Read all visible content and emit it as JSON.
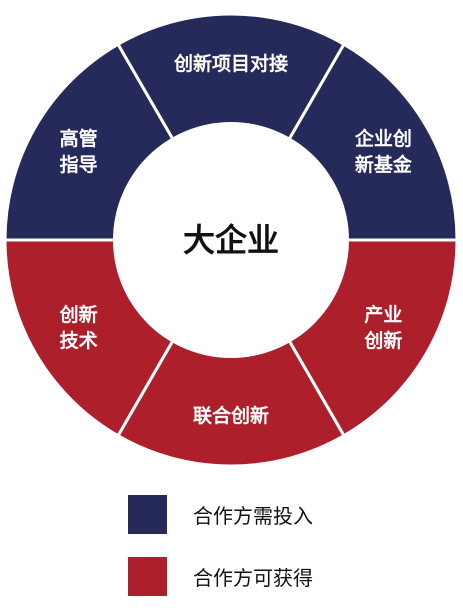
{
  "center": {
    "label": "大企业"
  },
  "colors": {
    "navy": "#262a5a",
    "red": "#ad1f2b",
    "center_fill": "#ffffff",
    "divider": "#ffffff"
  },
  "segments": [
    {
      "lines": [
        "创新项目对接"
      ],
      "color": "navy"
    },
    {
      "lines": [
        "企业创",
        "新基金"
      ],
      "color": "navy"
    },
    {
      "lines": [
        "产业",
        "创新"
      ],
      "color": "red"
    },
    {
      "lines": [
        "联合创新"
      ],
      "color": "red"
    },
    {
      "lines": [
        "创新",
        "技术"
      ],
      "color": "red"
    },
    {
      "lines": [
        "高管",
        "指导"
      ],
      "color": "navy"
    }
  ],
  "legend": [
    {
      "label": "合作方需投入",
      "color": "navy"
    },
    {
      "label": "合作方可获得",
      "color": "red"
    }
  ]
}
